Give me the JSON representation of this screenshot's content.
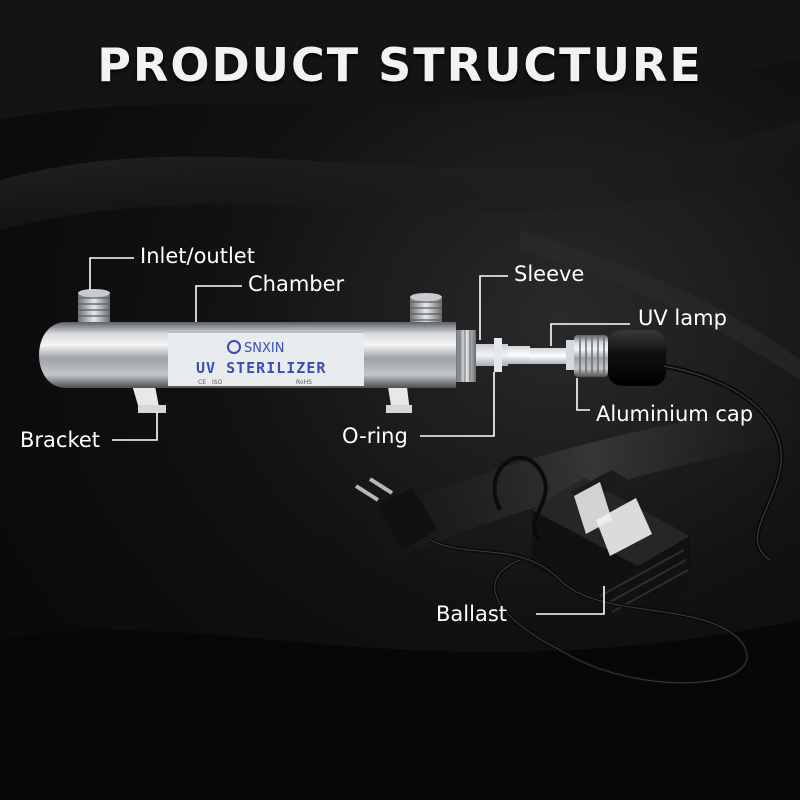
{
  "title": "PRODUCT STRUCTURE",
  "labels": {
    "inlet_outlet": "Inlet/outlet",
    "chamber": "Chamber",
    "sleeve": "Sleeve",
    "uv_lamp": "UV lamp",
    "aluminium_cap": "Aluminium cap",
    "bracket": "Bracket",
    "o_ring": "O-ring",
    "ballast": "Ballast"
  },
  "product_branding": {
    "brand": "SNXIN",
    "name": "UV STERILIZER",
    "cert_marks": [
      "CE",
      "ISO",
      "RoHS"
    ]
  },
  "colors": {
    "background": "#0b0b0b",
    "text": "#ffffff",
    "leader_line": "#ffffff",
    "label_brand_blue": "#3a4fb0"
  }
}
